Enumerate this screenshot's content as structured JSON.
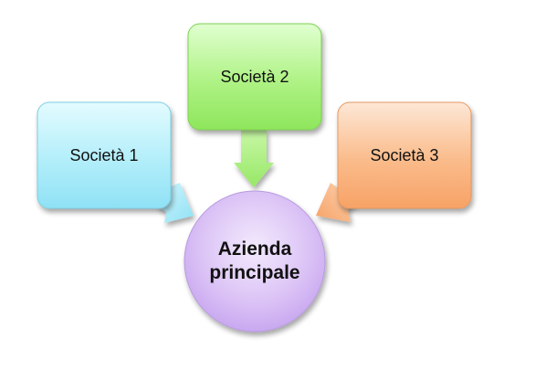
{
  "diagram": {
    "nodes": {
      "societa1": {
        "label": "Società 1",
        "color": "#a8ecf8"
      },
      "societa2": {
        "label": "Società 2",
        "color": "#a7f07e"
      },
      "societa3": {
        "label": "Società 3",
        "color": "#f9b883"
      },
      "center": {
        "line1": "Azienda",
        "line2": "principale",
        "color": "#ddc6f6"
      }
    },
    "edges": [
      {
        "from": "Società 1",
        "to": "Azienda principale"
      },
      {
        "from": "Società 2",
        "to": "Azienda principale"
      },
      {
        "from": "Società 3",
        "to": "Azienda principale"
      }
    ]
  }
}
